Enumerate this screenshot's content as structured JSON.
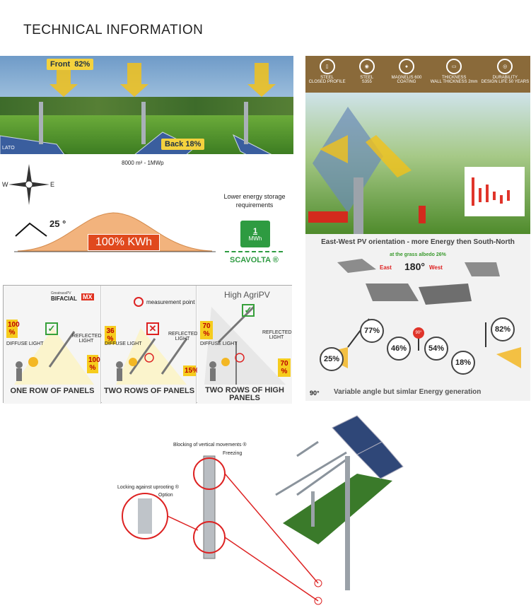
{
  "page_title": "TECHNICAL INFORMATION",
  "field": {
    "front_label": "Front",
    "front_pct": "82%",
    "back_label": "Back",
    "back_pct": "18%",
    "corner_tag": "LATO",
    "area_caption": "8000 m² - 1MWp"
  },
  "energy": {
    "compass_w": "W",
    "compass_e": "E",
    "tilt": "25 °",
    "kwh_label": "100% KWh",
    "storage_text": "Lower energy storage requirements",
    "battery_value": "1",
    "battery_unit": "MWh",
    "brand": "SCAVOLTA ®"
  },
  "rows_diagram": {
    "logo_top": "GreatrassPV",
    "logo_bottom": "BIFACIAL",
    "logo_badge": "MX",
    "measurement_label": "measurement point",
    "high_title": "High AgriPV",
    "panels": [
      {
        "title": "ONE ROW OF PANELS",
        "top_pct": "100 %",
        "bottom_pct": "100 %",
        "diffuse": "DIFFUSE LIGHT",
        "reflected": "REFLECTED LIGHT"
      },
      {
        "title": "TWO ROWS OF PANELS",
        "top_pct": "36 %",
        "bottom_pct": "15%",
        "diffuse": "DIFFUSE LIGHT",
        "reflected": "REFLECTED LIGHT"
      },
      {
        "title": "TWO ROWS OF HIGH PANELS",
        "top_pct": "70 %",
        "bottom_pct": "70 %",
        "diffuse": "DIFFUSE LIGHT",
        "reflected": "REFLECTED LIGHT"
      }
    ]
  },
  "features": [
    {
      "line1": "STEEL",
      "line2": "CLOSED PROFILE",
      "icon": "profile-icon"
    },
    {
      "line1": "STEEL",
      "line2": "S355",
      "icon": "steel-icon"
    },
    {
      "line1": "MAGNELIS 600",
      "line2": "COATING",
      "icon": "coating-icon"
    },
    {
      "line1": "THICKNESS",
      "line2": "WALL THICKNESS 2mm",
      "icon": "thickness-icon"
    },
    {
      "line1": "DURABILITY",
      "line2": "DESIGN LIFE 50 YEARS",
      "icon": "durability-icon"
    }
  ],
  "ew": {
    "title": "East-West PV orientation - more Energy then South-North",
    "subtitle": "at the grass albedo 26%",
    "east": "East",
    "west": "West",
    "angle": "180°",
    "pcts": [
      "25%",
      "77%",
      "46%",
      "54%",
      "18%",
      "82%"
    ],
    "angle_mid": "90°",
    "corner_angle": "90°",
    "bottom_text": "Variable angle but simlar Energy generation"
  },
  "structure": {
    "label1": "Blocking of vertical movements ®",
    "label1b": "Freezing",
    "label2": "Locking against uprooting ®",
    "label2b": "Option"
  }
}
